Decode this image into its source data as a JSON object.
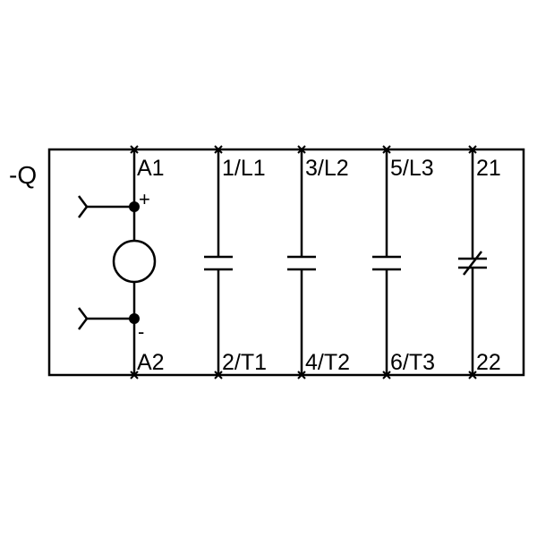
{
  "diagram": {
    "reference": "-Q",
    "coil": {
      "top_terminal": "A1",
      "bottom_terminal": "A2",
      "plus_sign": "+",
      "minus_sign": "-"
    },
    "contacts": [
      {
        "type": "normally-open",
        "top_terminal": "1/L1",
        "bottom_terminal": "2/T1"
      },
      {
        "type": "normally-open",
        "top_terminal": "3/L2",
        "bottom_terminal": "4/T2"
      },
      {
        "type": "normally-open",
        "top_terminal": "5/L3",
        "bottom_terminal": "6/T3"
      },
      {
        "type": "normally-closed",
        "top_terminal": "21",
        "bottom_terminal": "22"
      }
    ],
    "colors": {
      "line": "#000000",
      "background": "#ffffff"
    }
  }
}
